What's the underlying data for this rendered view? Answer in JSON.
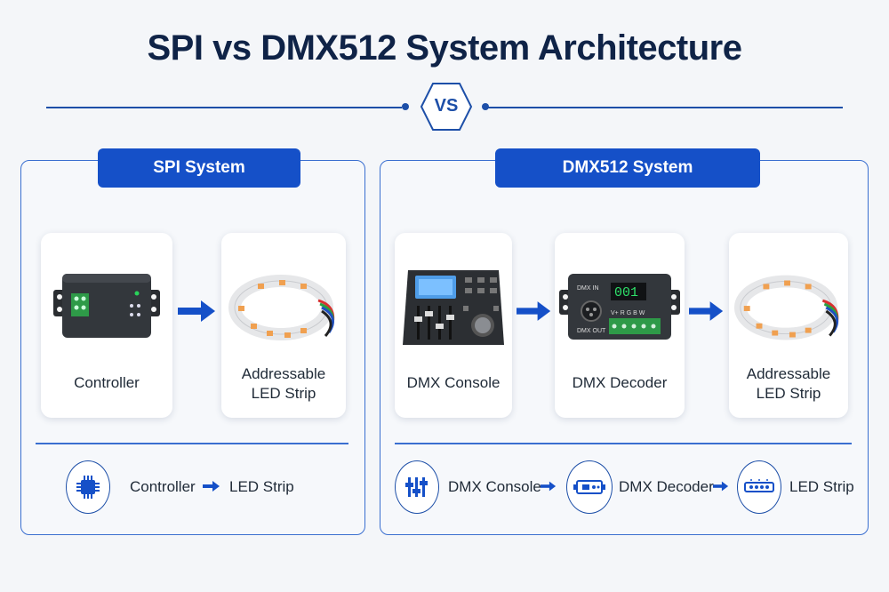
{
  "title": "SPI vs DMX512 System Architecture",
  "vs_label": "VS",
  "spi": {
    "header": "SPI System",
    "cards": [
      {
        "label": "Controller"
      },
      {
        "label_line1": "Addressable",
        "label_line2": "LED Strip"
      }
    ],
    "flow": {
      "from": "Controller",
      "to": "LED Strip"
    }
  },
  "dmx": {
    "header": "DMX512 System",
    "cards": [
      {
        "label": "DMX Console"
      },
      {
        "label": "DMX Decoder",
        "display": "001",
        "port_in": "DMX IN",
        "port_out": "DMX OUT",
        "pins": "V+  R  G  B  W"
      },
      {
        "label_line1": "Addressable",
        "label_line2": "LED Strip"
      }
    ],
    "flow": {
      "step1": "DMX Console",
      "step2": "DMX Decoder",
      "step3": "LED Strip"
    }
  },
  "colors": {
    "accent": "#1550c8",
    "title": "#0f2347",
    "border": "#3a6fd0"
  }
}
